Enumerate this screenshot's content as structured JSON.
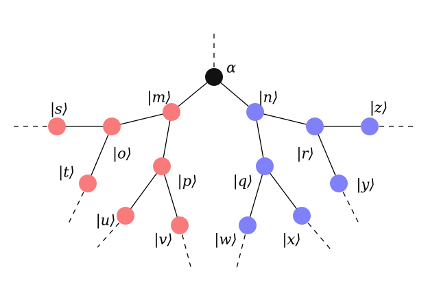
{
  "colors": {
    "root": "#111111",
    "left_subtree": "#f87a7a",
    "right_subtree": "#8080f8",
    "edge": "#000000"
  },
  "nodes": [
    {
      "id": "alpha",
      "label": "α",
      "group": "root"
    },
    {
      "id": "m",
      "label": "|m⟩",
      "group": "left_subtree"
    },
    {
      "id": "o",
      "label": "|o⟩",
      "group": "left_subtree"
    },
    {
      "id": "s",
      "label": "|s⟩",
      "group": "left_subtree"
    },
    {
      "id": "t",
      "label": "|t⟩",
      "group": "left_subtree"
    },
    {
      "id": "p",
      "label": "|p⟩",
      "group": "left_subtree"
    },
    {
      "id": "u",
      "label": "|u⟩",
      "group": "left_subtree"
    },
    {
      "id": "v",
      "label": "|v⟩",
      "group": "left_subtree"
    },
    {
      "id": "n",
      "label": "|n⟩",
      "group": "right_subtree"
    },
    {
      "id": "q",
      "label": "|q⟩",
      "group": "right_subtree"
    },
    {
      "id": "w",
      "label": "|w⟩",
      "group": "right_subtree"
    },
    {
      "id": "x",
      "label": "|x⟩",
      "group": "right_subtree"
    },
    {
      "id": "r",
      "label": "|r⟩",
      "group": "right_subtree"
    },
    {
      "id": "z",
      "label": "|z⟩",
      "group": "right_subtree"
    },
    {
      "id": "y",
      "label": "|y⟩",
      "group": "right_subtree"
    }
  ],
  "edges": [
    {
      "from": "alpha",
      "to": "m"
    },
    {
      "from": "alpha",
      "to": "n"
    },
    {
      "from": "m",
      "to": "o"
    },
    {
      "from": "m",
      "to": "p"
    },
    {
      "from": "o",
      "to": "s"
    },
    {
      "from": "o",
      "to": "t"
    },
    {
      "from": "p",
      "to": "u"
    },
    {
      "from": "p",
      "to": "v"
    },
    {
      "from": "n",
      "to": "q"
    },
    {
      "from": "n",
      "to": "r"
    },
    {
      "from": "q",
      "to": "w"
    },
    {
      "from": "q",
      "to": "x"
    },
    {
      "from": "r",
      "to": "z"
    },
    {
      "from": "r",
      "to": "y"
    }
  ],
  "dangling_edges": [
    "alpha",
    "s",
    "t",
    "u",
    "v",
    "w",
    "x",
    "y",
    "z"
  ]
}
